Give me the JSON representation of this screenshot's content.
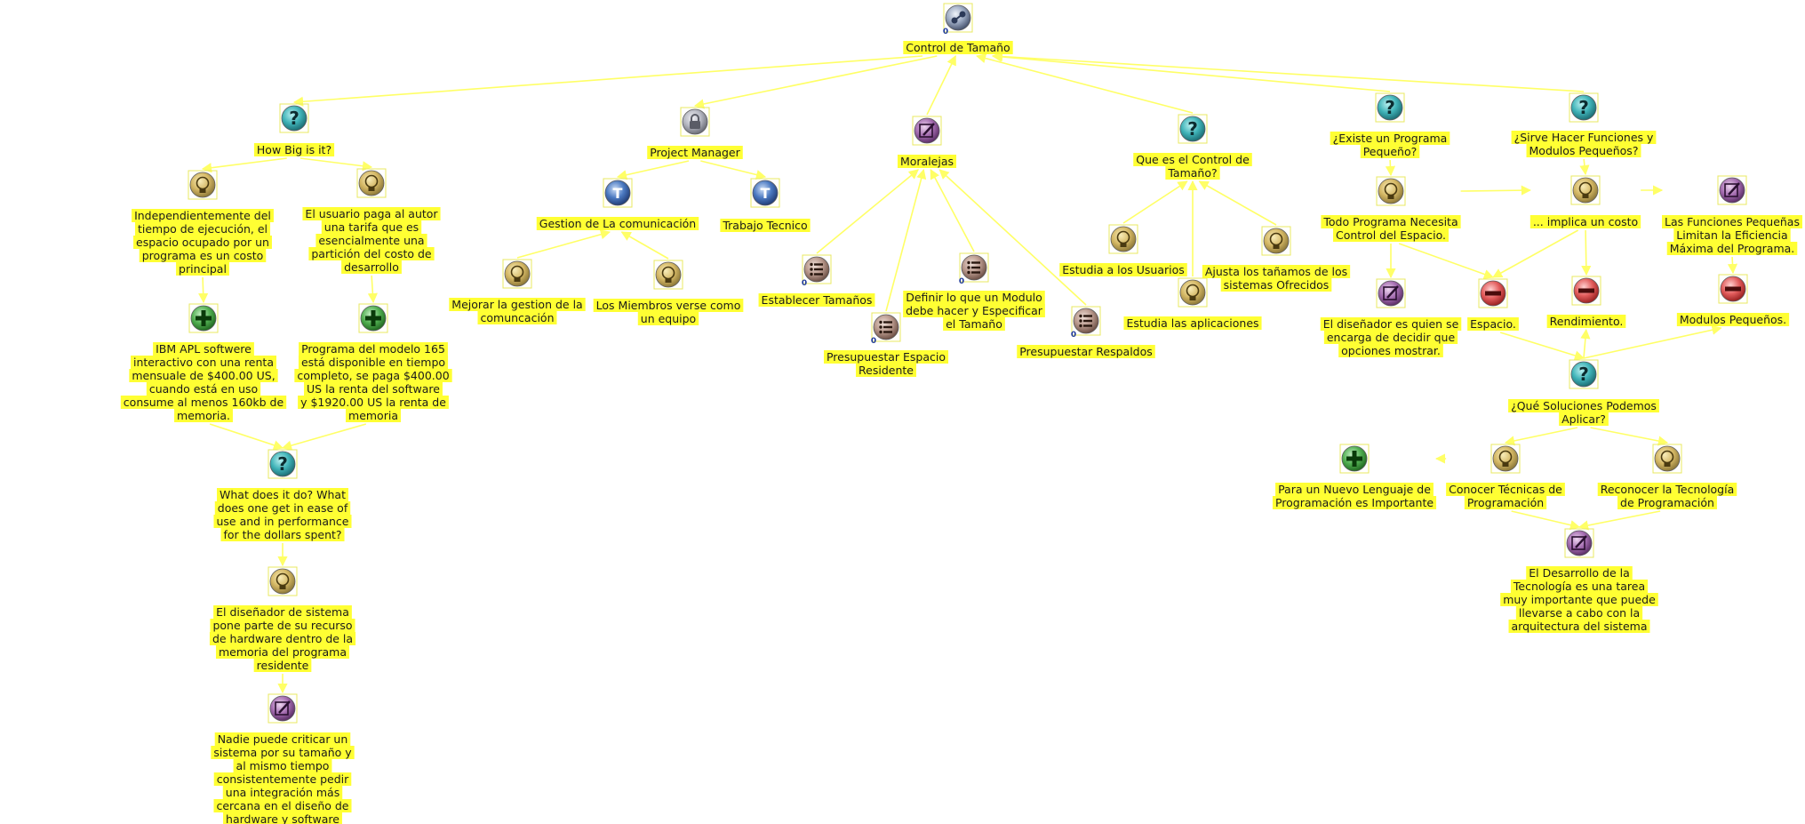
{
  "diagram": {
    "colors": {
      "background": "#ffffff",
      "label_bg": "#ffff33",
      "label_text": "#1a1a1a",
      "link": "#ffff66"
    },
    "nodes": [
      {
        "id": "root",
        "icon": "map-icon",
        "lines": [
          "Control de Tamaño"
        ],
        "badge": "0"
      },
      {
        "id": "hbig",
        "icon": "question-icon",
        "lines": [
          "How Big is it?"
        ]
      },
      {
        "id": "indep",
        "icon": "idea-icon",
        "lines": [
          "Independientemente del",
          "tiempo de ejecución, el",
          "espacio ocupado por un",
          "programa es un costo",
          "principal"
        ]
      },
      {
        "id": "usuario",
        "icon": "idea-icon",
        "lines": [
          "El usuario paga al autor",
          "una tarifa que es",
          "esencialmente una",
          "partición del costo de",
          "desarrollo"
        ]
      },
      {
        "id": "ibm",
        "icon": "pro-icon",
        "lines": [
          "IBM APL softwere",
          "interactivo con una renta",
          "mensuale de $400.00 US,",
          "cuando está en uso",
          "consume al menos 160kb de",
          "memoria."
        ]
      },
      {
        "id": "modelo",
        "icon": "pro-icon",
        "lines": [
          "Programa del modelo 165",
          "está disponible en tiempo",
          "completo, se paga $400.00",
          "US la renta del software",
          "y $1920.00 US la renta de",
          "memoria"
        ]
      },
      {
        "id": "what",
        "icon": "question-icon",
        "lines": [
          "What does it do? What",
          "does one get in ease of",
          "use and in performance",
          "for the dollars spent?"
        ]
      },
      {
        "id": "disenador",
        "icon": "idea-icon",
        "lines": [
          "El diseñador de sistema",
          "pone parte de su recurso",
          "de hardware dentro de la",
          "memoria del programa",
          "residente"
        ]
      },
      {
        "id": "nadie",
        "icon": "decision-icon",
        "lines": [
          "Nadie puede criticar un",
          "sistema por su tamaño y",
          "al mismo tiempo",
          "consistentemente pedir",
          "una integración más",
          "cercana en el diseño de",
          "hardware y software"
        ]
      },
      {
        "id": "pm",
        "icon": "lock-icon",
        "lines": [
          "Project Manager"
        ]
      },
      {
        "id": "gestion",
        "icon": "reference-icon",
        "lines": [
          "Gestion de La comunicación"
        ]
      },
      {
        "id": "trabajo",
        "icon": "reference-icon",
        "lines": [
          "Trabajo Tecnico"
        ]
      },
      {
        "id": "mejorar",
        "icon": "idea-icon",
        "lines": [
          "Mejorar la gestion de la",
          "comuncación"
        ]
      },
      {
        "id": "miembros",
        "icon": "idea-icon",
        "lines": [
          "Los Miembros verse como",
          "un equipo"
        ]
      },
      {
        "id": "moral",
        "icon": "decision-icon",
        "lines": [
          "Moralejas"
        ]
      },
      {
        "id": "establecer",
        "icon": "list-icon",
        "lines": [
          "Establecer Tamaños"
        ],
        "badge": "0"
      },
      {
        "id": "presres",
        "icon": "list-icon",
        "lines": [
          "Presupuestar Espacio",
          "Residente"
        ],
        "badge": "0"
      },
      {
        "id": "definir",
        "icon": "list-icon",
        "lines": [
          "Definir lo que un Modulo",
          "debe hacer y Especificar",
          "el Tamaño"
        ],
        "badge": "0"
      },
      {
        "id": "respaldos",
        "icon": "list-icon",
        "lines": [
          "Presupuestar Respaldos"
        ],
        "badge": "0"
      },
      {
        "id": "quees",
        "icon": "question-icon",
        "lines": [
          "Que es el Control de",
          "Tamaño?"
        ]
      },
      {
        "id": "estudia_u",
        "icon": "idea-icon",
        "lines": [
          "Estudia a los Usuarios"
        ]
      },
      {
        "id": "estudia_a",
        "icon": "idea-icon",
        "lines": [
          "Estudia las aplicaciones"
        ]
      },
      {
        "id": "ajusta",
        "icon": "idea-icon",
        "lines": [
          "Ajusta los tañamos de los",
          "sistemas Ofrecidos"
        ]
      },
      {
        "id": "existe",
        "icon": "question-icon",
        "lines": [
          "¿Existe un Programa",
          "Pequeño?"
        ]
      },
      {
        "id": "todo",
        "icon": "idea-icon",
        "lines": [
          "Todo Programa Necesita",
          "Control del Espacio."
        ]
      },
      {
        "id": "eldis",
        "icon": "decision-icon",
        "lines": [
          "El diseñador es quien se",
          "encarga de decidir que",
          "opciones mostrar."
        ]
      },
      {
        "id": "sirve",
        "icon": "question-icon",
        "lines": [
          "¿Sirve Hacer Funciones y",
          "Modulos Pequeños?"
        ]
      },
      {
        "id": "implica",
        "icon": "idea-icon",
        "lines": [
          "... implica un costo"
        ]
      },
      {
        "id": "funciones",
        "icon": "decision-icon",
        "lines": [
          "Las Funciones Pequeñas",
          "Limitan la Eficiencia",
          "Máxima del Programa."
        ]
      },
      {
        "id": "espacio",
        "icon": "con-icon",
        "lines": [
          "Espacio."
        ]
      },
      {
        "id": "rend",
        "icon": "con-icon",
        "lines": [
          "Rendimiento."
        ]
      },
      {
        "id": "modpeq",
        "icon": "con-icon",
        "lines": [
          "Modulos Pequeños."
        ]
      },
      {
        "id": "que_sol",
        "icon": "question-icon",
        "lines": [
          "¿Qué Soluciones Podemos",
          "Aplicar?"
        ]
      },
      {
        "id": "nuevo",
        "icon": "pro-icon",
        "lines": [
          "Para un Nuevo Lenguaje de",
          "Programación es Importante"
        ]
      },
      {
        "id": "conocer",
        "icon": "idea-icon",
        "lines": [
          "Conocer Técnicas de",
          "Programación"
        ]
      },
      {
        "id": "reconocer",
        "icon": "idea-icon",
        "lines": [
          "Reconocer la Tecnología",
          "de Programación"
        ]
      },
      {
        "id": "desarrollo",
        "icon": "decision-icon",
        "lines": [
          "El Desarrollo de la",
          "Tecnología es una tarea",
          "muy importante que puede",
          "llevarse a cabo con la",
          "arquitectura del sistema"
        ]
      }
    ]
  }
}
